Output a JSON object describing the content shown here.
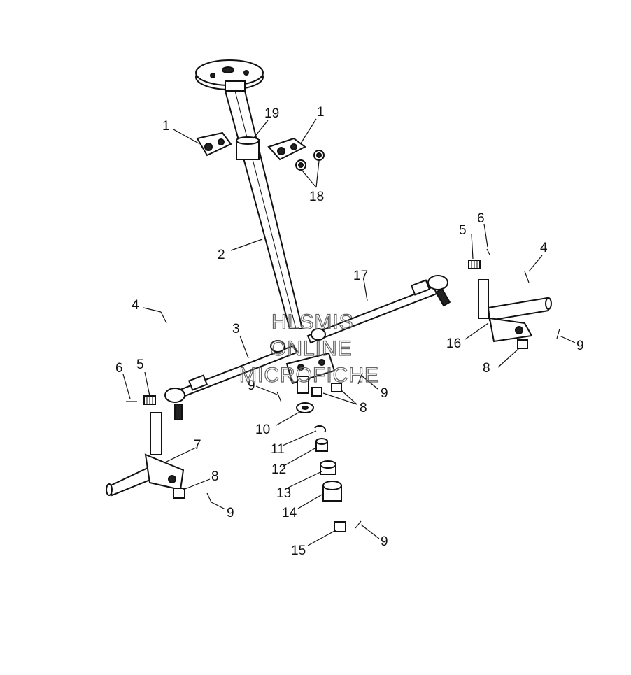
{
  "callouts": {
    "c1a": "1",
    "c19": "19",
    "c1b": "1",
    "c18": "18",
    "c2": "2",
    "c17": "17",
    "c6r": "6",
    "c5r": "5",
    "c4r": "4",
    "c4l": "4",
    "c3": "3",
    "c16": "16",
    "c9r": "9",
    "c8r": "8",
    "c6l": "6",
    "c5l": "5",
    "c9m": "9",
    "c9m2": "9",
    "c8m": "8",
    "c10": "10",
    "c11": "11",
    "c7": "7",
    "c12": "12",
    "c8l": "8",
    "c13": "13",
    "c9l": "9",
    "c14": "14",
    "c15": "15",
    "c9b": "9"
  },
  "watermark": {
    "line1": "HLSMIS",
    "line2": "ONLINE",
    "line3": "MICROFICHE"
  }
}
